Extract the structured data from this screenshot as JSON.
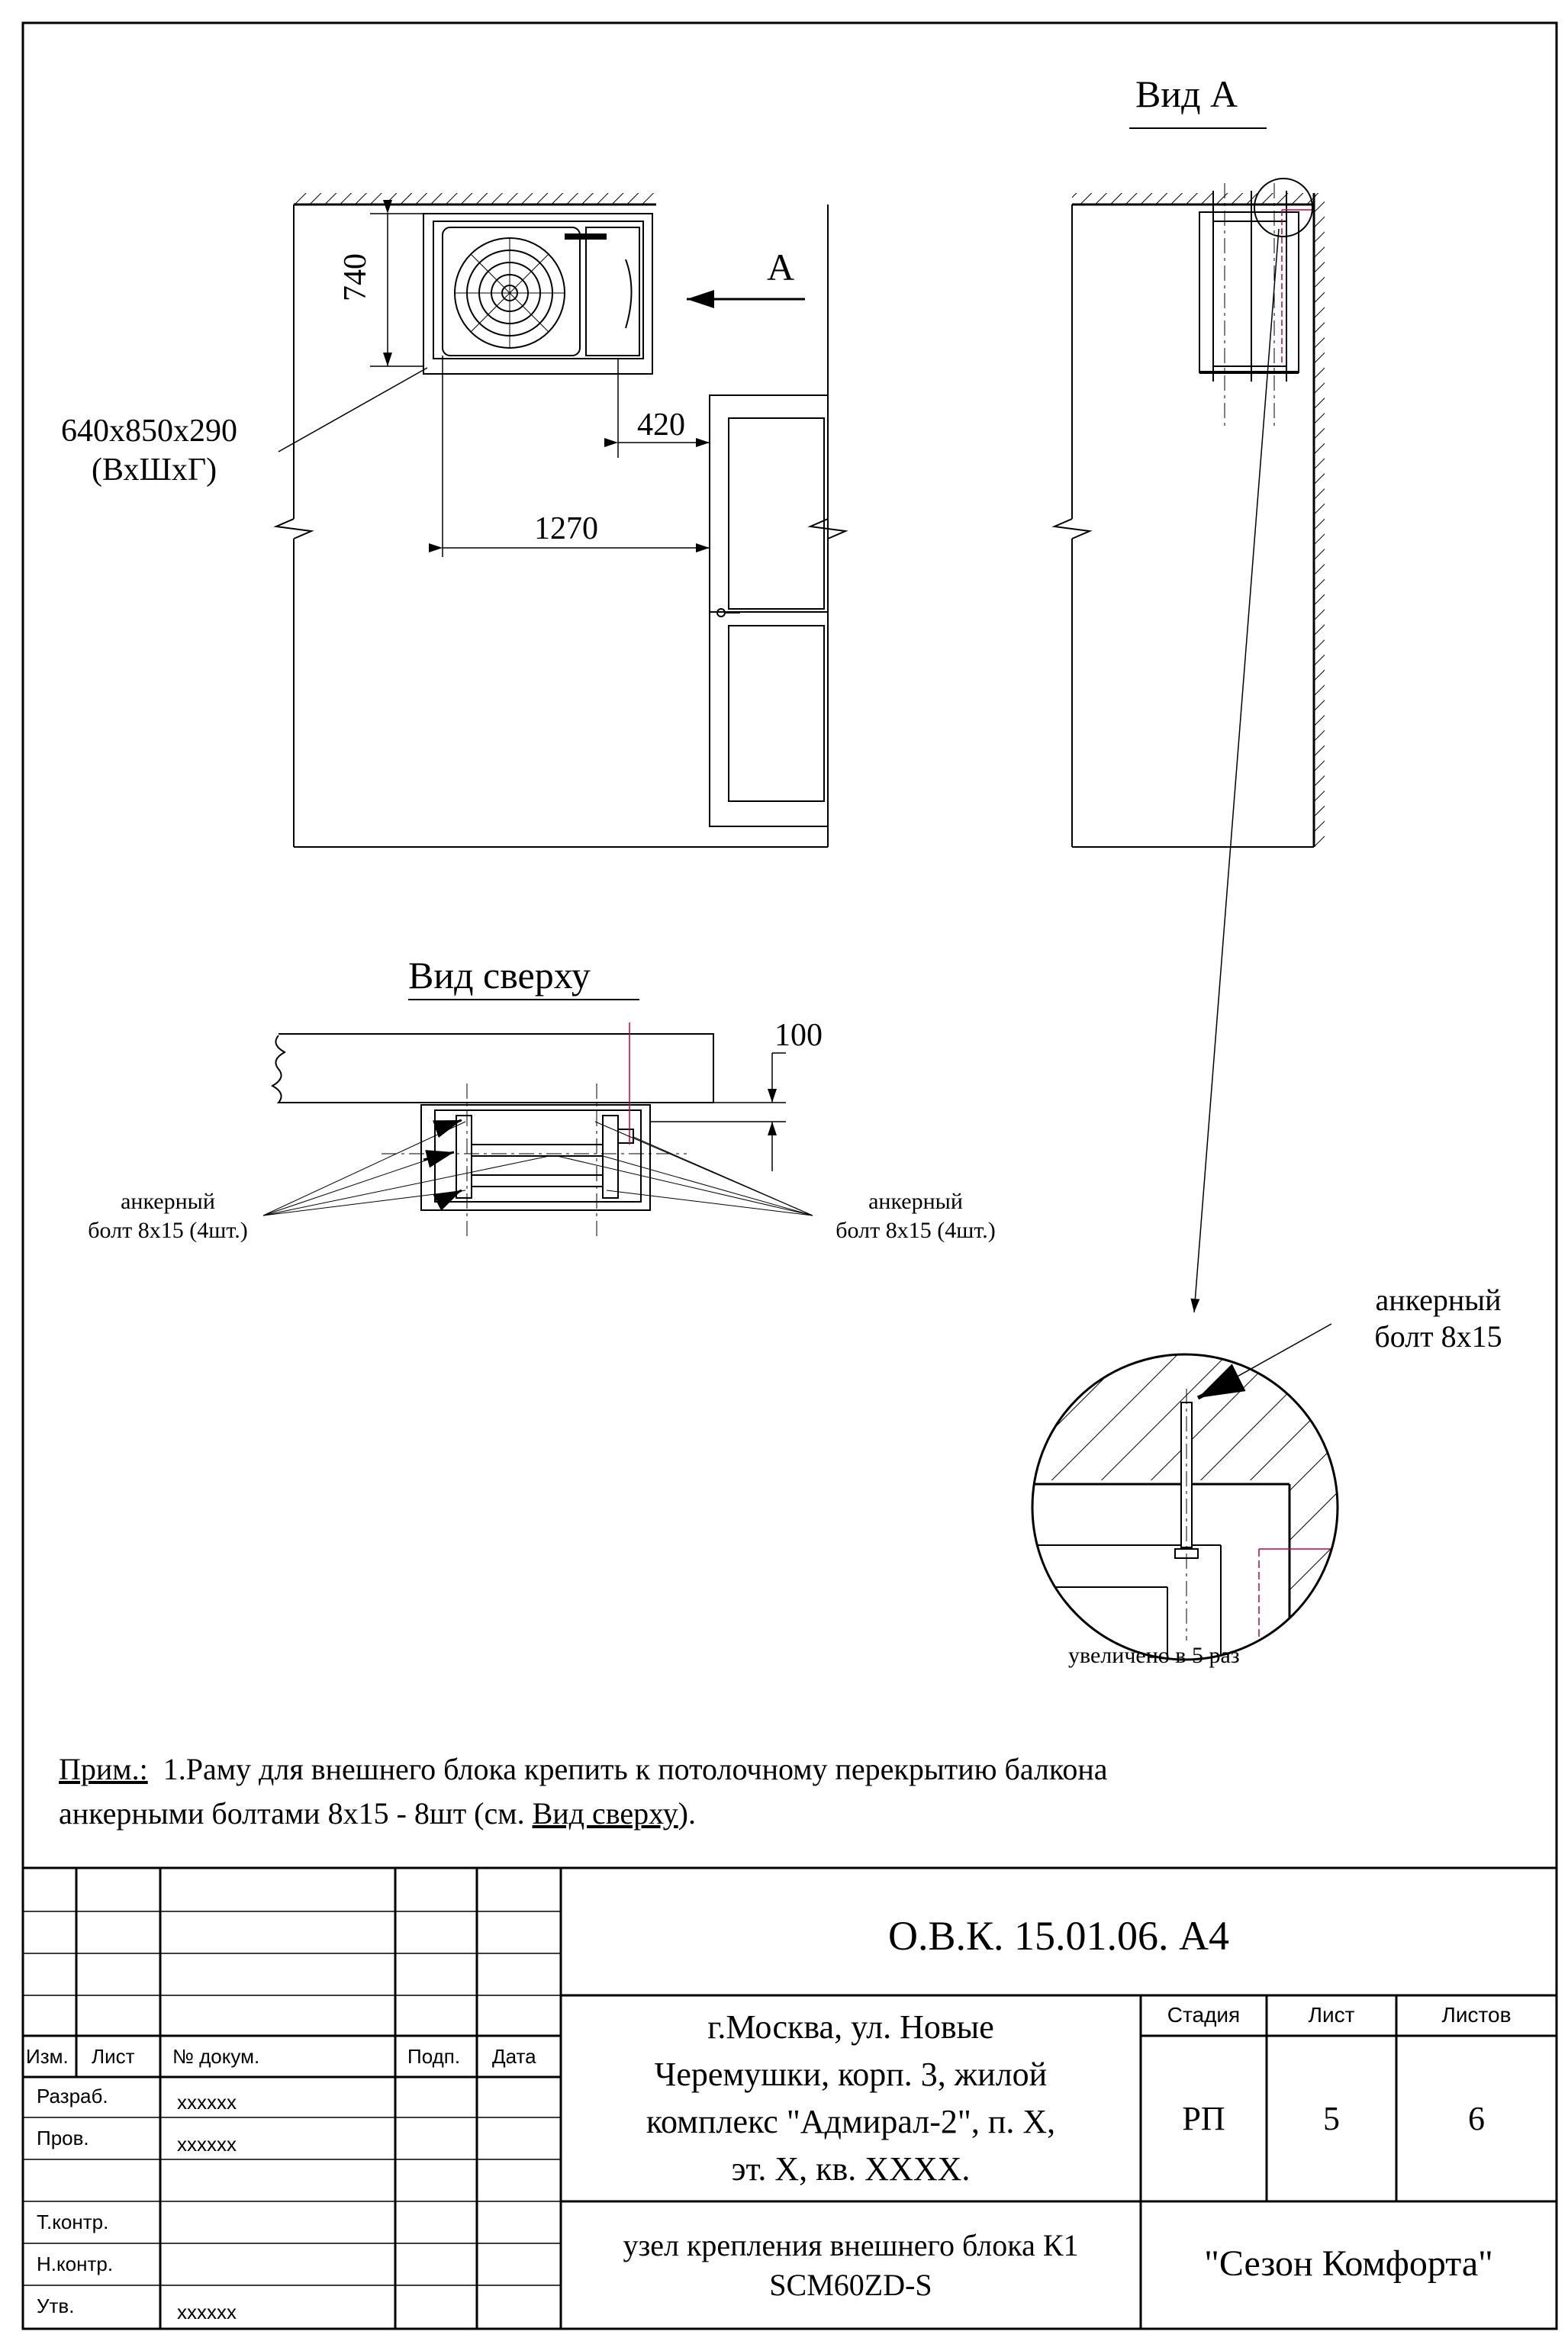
{
  "drawing": {
    "view_a_title": "Вид А",
    "view_top_title": "Вид сверху",
    "arrow_label": "A",
    "dim_height": "740",
    "dim_gap": "420",
    "dim_width": "1270",
    "unit_size": "640x850x290",
    "unit_size_legend": "(ВхШхГ)",
    "dim_top_offset": "100",
    "anchor_left": [
      "анкерный",
      "болт 8х15 (4шт.)"
    ],
    "anchor_right": [
      "анкерный",
      "болт 8х15 (4шт.)"
    ],
    "detail_label": [
      "анкерный",
      "болт 8х15"
    ],
    "detail_scale": "увеличено в 5 раз",
    "note_prefix": "Прим.:",
    "note_line1": "1.Раму для внешнего блока крепить к потолочному перекрытию балкона",
    "note_line2_a": "анкерными болтами 8х15 - 8шт (см. ",
    "note_line2_link": "Вид сверху",
    "note_line2_b": ")."
  },
  "title_block": {
    "code": "О.В.К. 15.01.06. А4",
    "address": [
      "г.Москва, ул. Новые",
      "Черемушки, корп. 3, жилой",
      "комплекс \"Адмирал-2\", п. Х,",
      "эт. Х, кв. ХХХХ."
    ],
    "title": [
      "узел крепления внешнего блока К1",
      "SCM60ZD-S"
    ],
    "company": "\"Сезон Комфорта\"",
    "headers": {
      "stage": "Стадия",
      "sheet": "Лист",
      "sheets": "Листов"
    },
    "values": {
      "stage": "РП",
      "sheet": "5",
      "sheets": "6"
    },
    "cols": {
      "izm": "Изм.",
      "list": "Лист",
      "doc": "№ докум.",
      "sign": "Подп.",
      "date": "Дата"
    },
    "roles": [
      {
        "role": "Разраб.",
        "name": "xxxxxx"
      },
      {
        "role": "Пров.",
        "name": "xxxxxx"
      },
      {
        "role": "",
        "name": ""
      },
      {
        "role": "Т.контр.",
        "name": ""
      },
      {
        "role": "Н.контр.",
        "name": ""
      },
      {
        "role": "Утв.",
        "name": "xxxxxx"
      }
    ]
  }
}
